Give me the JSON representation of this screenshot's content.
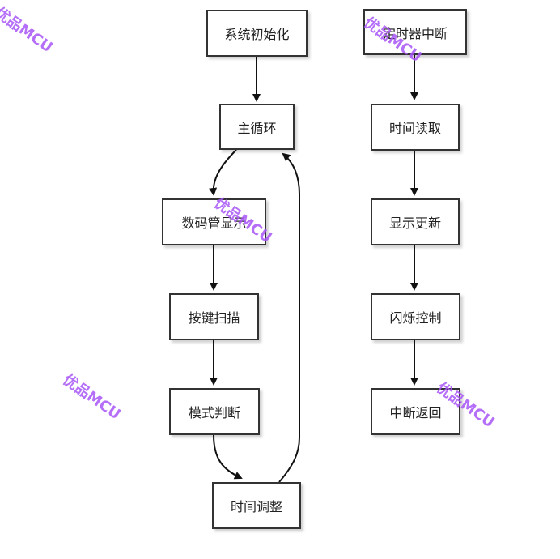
{
  "nodes": {
    "init": "系统初始化",
    "main_loop": "主循环",
    "display": "数码管显示",
    "key_scan": "按键扫描",
    "mode_judge": "模式判断",
    "time_adjust": "时间调整",
    "timer_isr": "定时器中断",
    "time_read": "时间读取",
    "display_update": "显示更新",
    "blink_control": "闪烁控制",
    "isr_return": "中断返回"
  },
  "watermark": "优品MCU",
  "colors": {
    "watermark": "#a855f7",
    "node_border": "#333333",
    "arrow": "#111111"
  }
}
